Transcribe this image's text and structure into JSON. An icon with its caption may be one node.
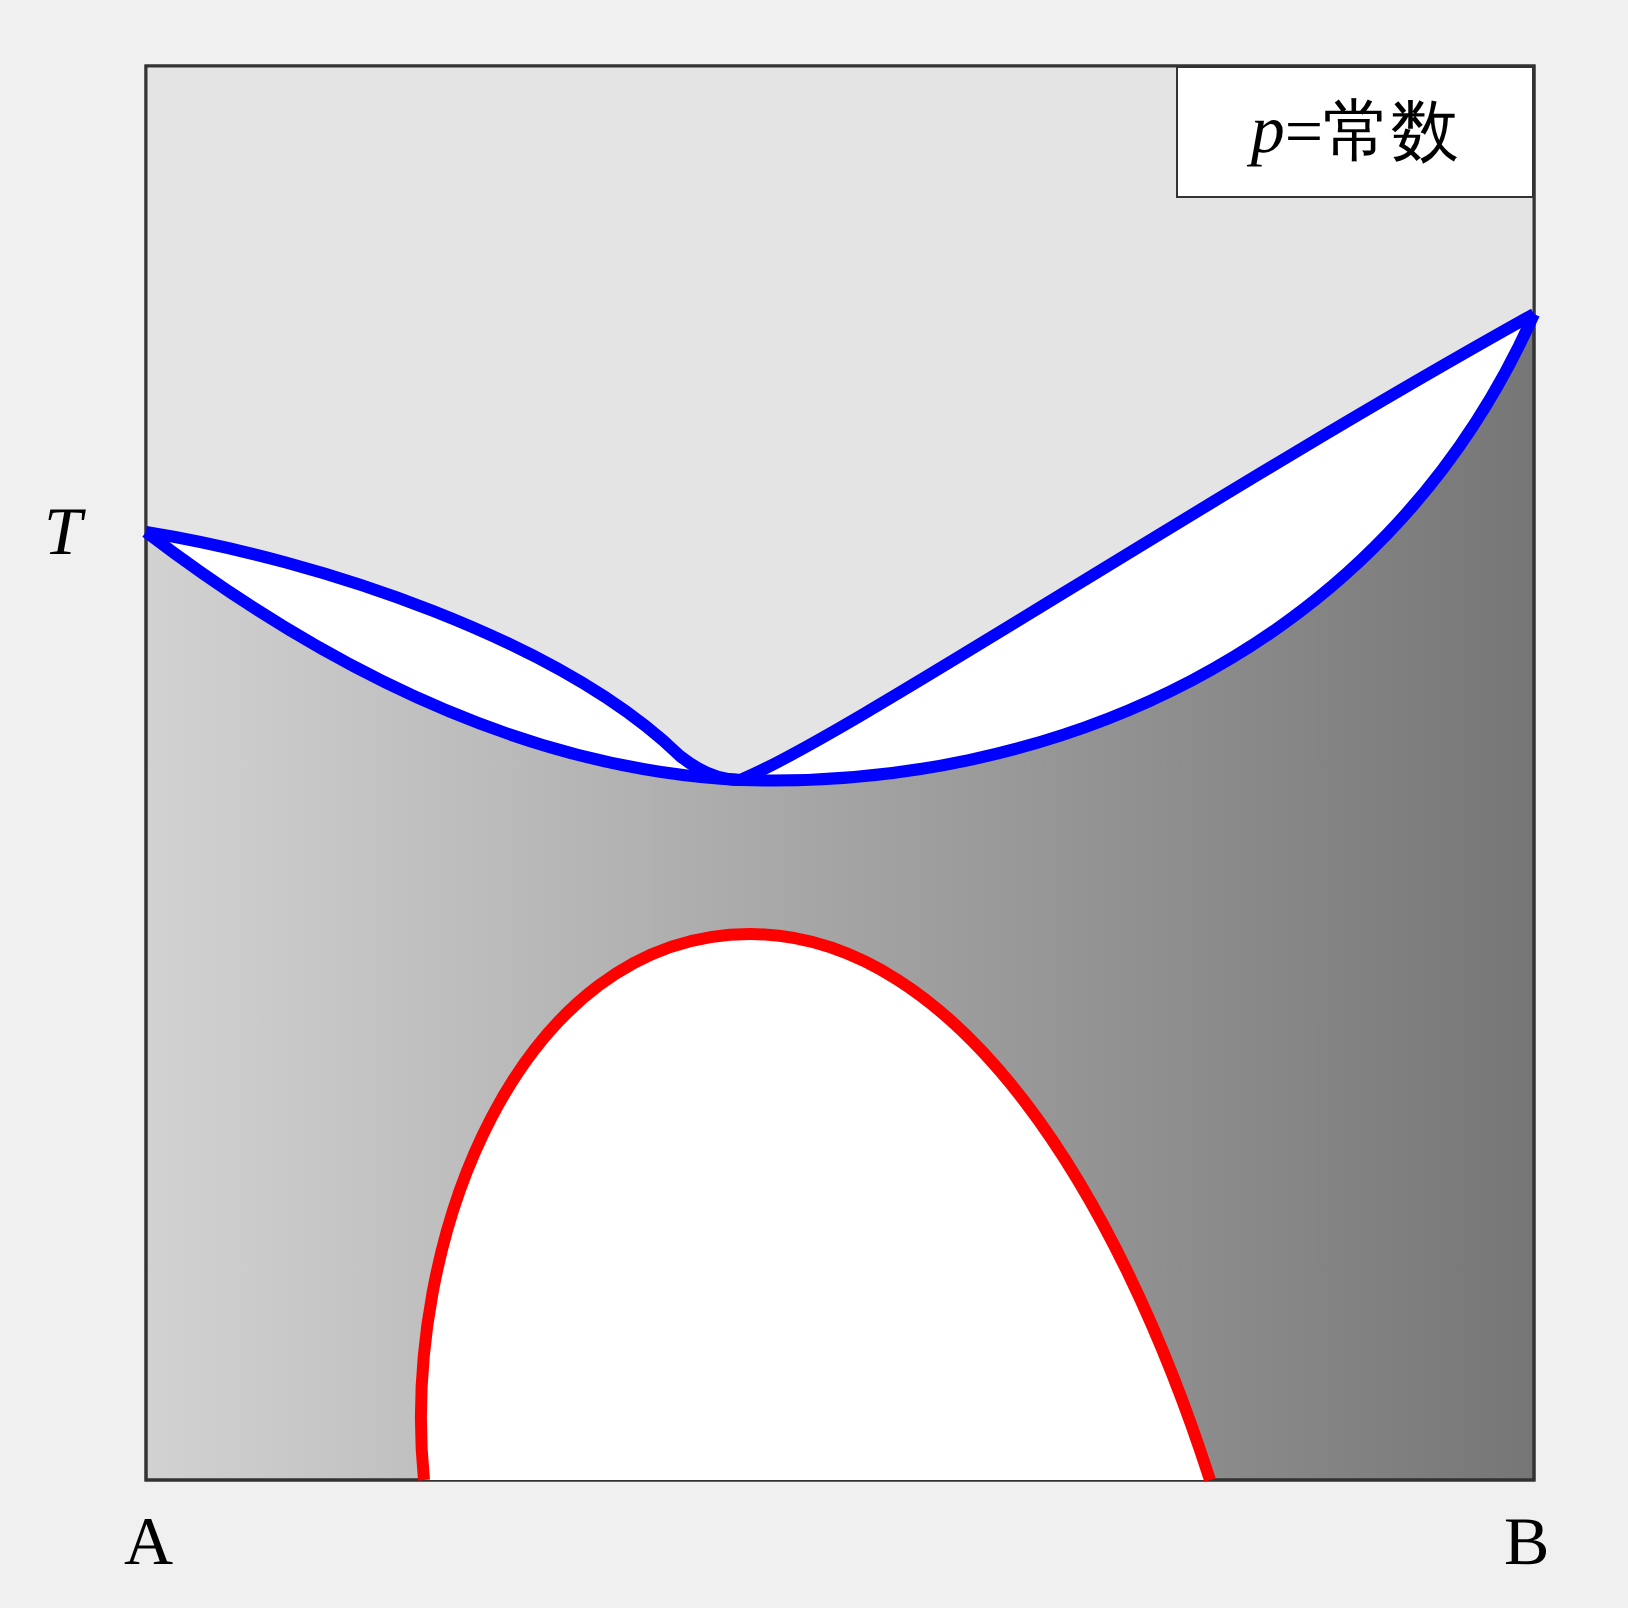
{
  "diagram": {
    "nodes": [
      {
        "text": [
          "*p*=常数"
        ]
      }
    ],
    "labels": [
      "T",
      "A",
      "B"
    ]
  }
}
